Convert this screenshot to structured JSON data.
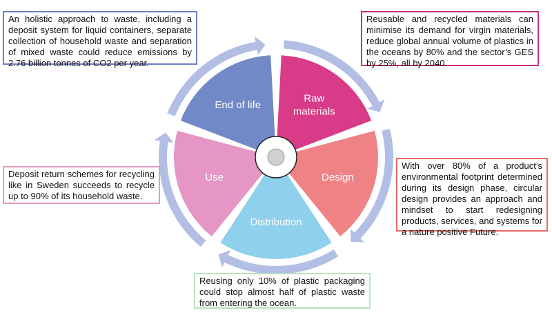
{
  "colors": {
    "end_of_life": "#7289c8",
    "raw_materials": "#d83b88",
    "design": "#ee8285",
    "distribution": "#8fd0ec",
    "use": "#e596c4",
    "arrow": "#b2bee4",
    "hub_outer": "#ffffff",
    "hub_inner": "#d0d0d0",
    "hub_ring": "#222222"
  },
  "segments": [
    {
      "id": "end_of_life",
      "label_lines": [
        "End of life"
      ]
    },
    {
      "id": "raw_materials",
      "label_lines": [
        "Raw",
        "materials"
      ]
    },
    {
      "id": "design",
      "label_lines": [
        "Design"
      ]
    },
    {
      "id": "distribution",
      "label_lines": [
        "Distribution"
      ]
    },
    {
      "id": "use",
      "label_lines": [
        "Use"
      ]
    }
  ],
  "notes": {
    "end_of_life": "An holistic approach to waste, including a deposit system for liquid containers, separate collection of household waste and separation of mixed waste could reduce emissions by 2.76 billion tonnes of CO2 per year.",
    "raw_materials": "Reusable and recycled materials can minimise its demand for virgin materials, reduce global annual volume of plastics in the oceans by 80% and the sector’s GES by 25%, all by 2040.",
    "design": "With over 80% of a product’s environmental footprint determined during its design phase, circular design provides an approach and mindset to start redesigning products, services, and systems for a nature positive Future.",
    "use": "Deposit return schemes for recycling like in Sweden succeeds to recycle up to 90% of its household waste.",
    "distribution": "Reusing only 10% of plastic packaging could stop almost half of plastic waste from entering the ocean."
  },
  "note_border_colors": {
    "end_of_life": "#6f7ec6",
    "raw_materials": "#c8337a",
    "design": "#e56c66",
    "use": "#e39ac2",
    "distribution": "#b8e2bd"
  }
}
